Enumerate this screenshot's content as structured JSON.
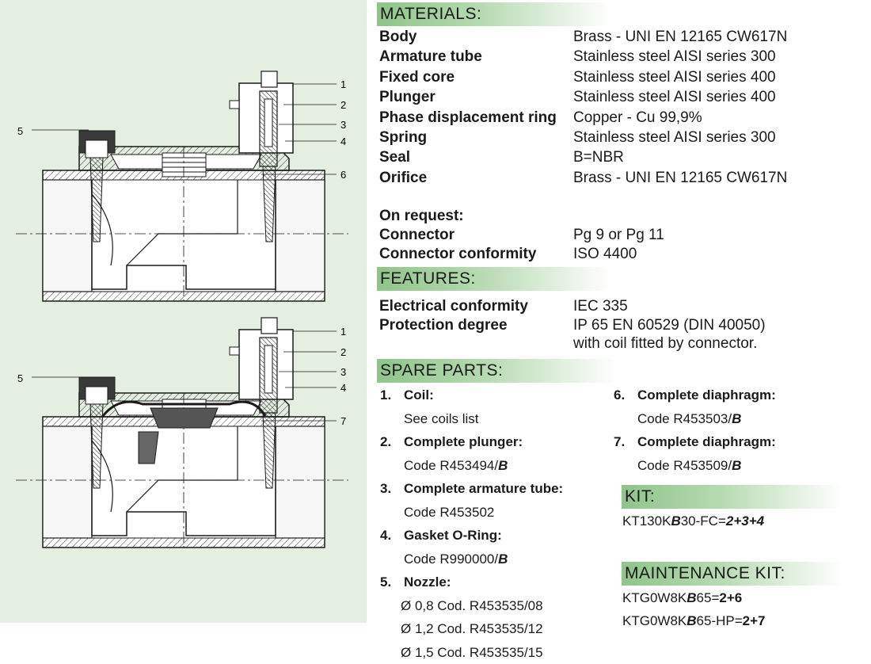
{
  "drawing": {
    "top_callouts": [
      "1",
      "2",
      "3",
      "4",
      "5",
      "6"
    ],
    "bottom_callouts": [
      "1",
      "2",
      "3",
      "4",
      "5",
      "7"
    ]
  },
  "materials": {
    "title": "MATERIALS:",
    "rows": [
      {
        "label": "Body",
        "value": "Brass - UNI EN 12165 CW617N"
      },
      {
        "label": "Armature tube",
        "value": "Stainless steel AISI series 300"
      },
      {
        "label": "Fixed core",
        "value": "Stainless steel AISI series 400"
      },
      {
        "label": "Plunger",
        "value": "Stainless steel AISI series 400"
      },
      {
        "label": "Phase displacement ring",
        "value": "Copper - Cu 99,9%"
      },
      {
        "label": "Spring",
        "value": "Stainless steel AISI series 300"
      },
      {
        "label": "Seal",
        "value": "B=NBR"
      },
      {
        "label": "Orifice",
        "value": "Brass - UNI EN 12165 CW617N"
      }
    ]
  },
  "on_request": {
    "title": "On request:",
    "rows": [
      {
        "label": "Connector",
        "value": "Pg 9 or Pg 11"
      },
      {
        "label": "Connector conformity",
        "value": "ISO 4400"
      }
    ]
  },
  "features": {
    "title": "FEATURES:",
    "rows": [
      {
        "label": "Electrical conformity",
        "value": "IEC 335"
      },
      {
        "label": "Protection degree",
        "value": "IP 65 EN 60529 (DIN 40050)"
      }
    ],
    "note": "with coil fitted by connector."
  },
  "spare_parts": {
    "title": "SPARE PARTS:",
    "left": [
      {
        "num": "1.",
        "title": "Coil:",
        "lines": [
          "See coils list"
        ]
      },
      {
        "num": "2.",
        "title": "Complete plunger:",
        "code": "Code R453494/",
        "suffix": "B"
      },
      {
        "num": "3.",
        "title": "Complete armature tube:",
        "lines": [
          "Code R453502"
        ]
      },
      {
        "num": "4.",
        "title": "Gasket O-Ring:",
        "code": "Code R990000/",
        "suffix": "B"
      },
      {
        "num": "5.",
        "title": "Nozzle:",
        "lines": [
          "Ø 0,8 Cod. R453535/08",
          "Ø 1,2 Cod. R453535/12",
          "Ø 1,5 Cod. R453535/15"
        ]
      }
    ],
    "right": [
      {
        "num": "6.",
        "title": "Complete diaphragm:",
        "code": "Code R453503/",
        "suffix": "B"
      },
      {
        "num": "7.",
        "title": "Complete diaphragm:",
        "code": "Code R453509/",
        "suffix": "B"
      }
    ]
  },
  "kit": {
    "title": "KIT:",
    "line": {
      "a": "KT130K",
      "b": "B",
      "c": "30-FC=",
      "d": "2+3+4"
    }
  },
  "maintenance_kit": {
    "title": "MAINTENANCE KIT:",
    "lines": [
      {
        "a": "KTG0W8K",
        "b": "B",
        "c": "65=",
        "d": "2+6"
      },
      {
        "a": "KTG0W8K",
        "b": "B",
        "c": "65-HP=",
        "d": "2+7"
      }
    ]
  },
  "colors": {
    "header_green": "#8fc48a",
    "drawing_bg": "#e4efe2",
    "line": "#1a1a1a"
  }
}
